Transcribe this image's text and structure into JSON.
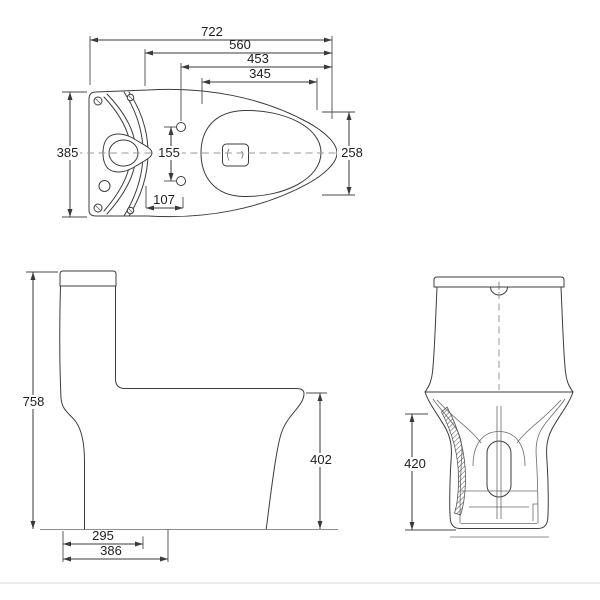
{
  "drawing": {
    "title": "toilet-three-view-dimension-drawing",
    "views": [
      "top",
      "side",
      "front"
    ],
    "units": "mm"
  },
  "dims": {
    "top_overall_length": "722",
    "top_length_560": "560",
    "top_length_453": "453",
    "top_seat_opening_length": "345",
    "top_overall_width": "385",
    "top_bolthole_spacing": "155",
    "top_offset_107": "107",
    "top_seat_opening_width": "258",
    "side_overall_height": "758",
    "side_bowl_height": "402",
    "side_base_295": "295",
    "side_base_386": "386",
    "front_bowl_height": "420"
  },
  "colors": {
    "line": "#3c3c3c",
    "dimension_line": "#3a3a3a",
    "centerline": "#989898",
    "divider": "#ececec",
    "background": "#ffffff"
  }
}
